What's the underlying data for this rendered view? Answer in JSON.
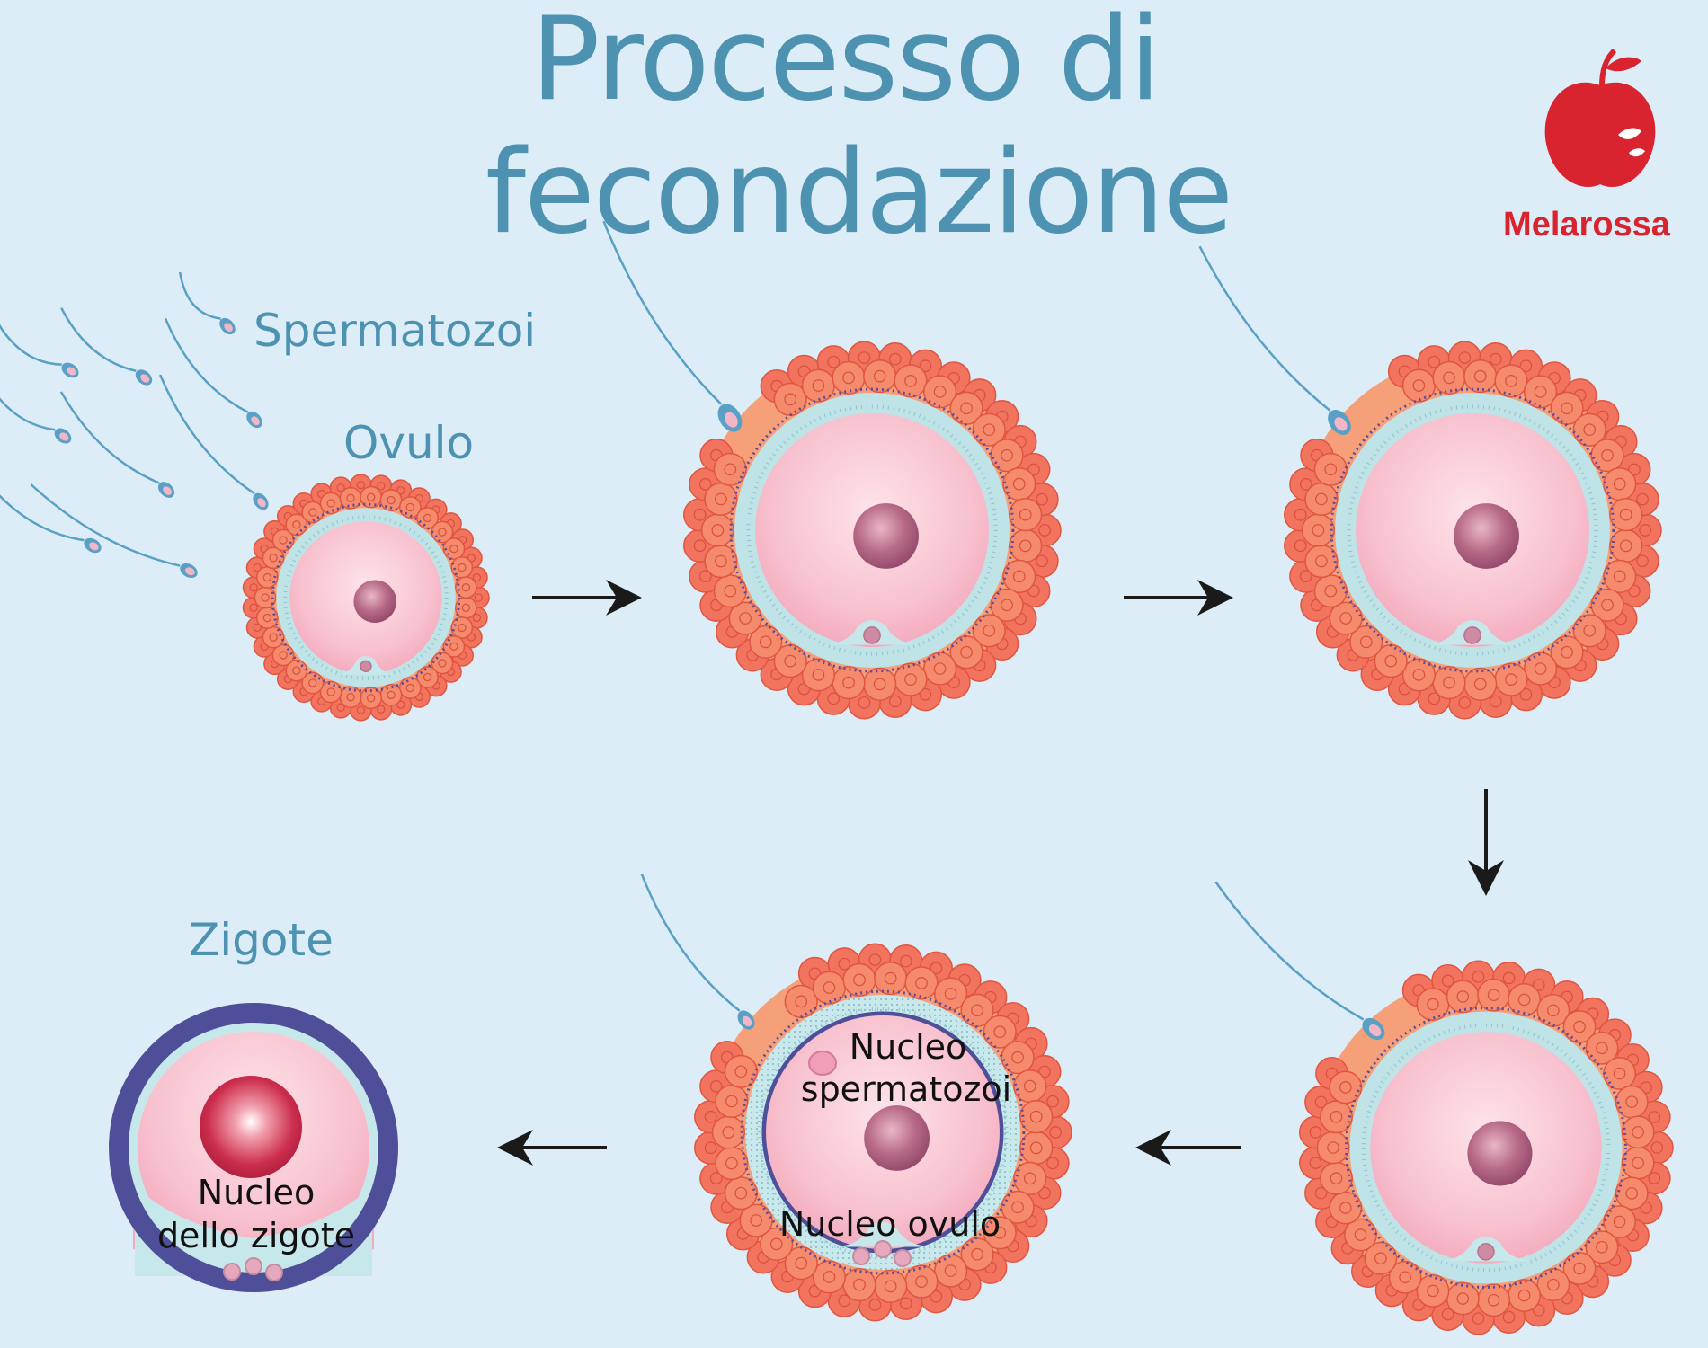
{
  "title_line1": "Processo di",
  "title_line2": "fecondazione",
  "brand": {
    "name": "Melarossa",
    "color": "#d9242f"
  },
  "labels": {
    "spermatozoi": "Spermatozoi",
    "ovulo": "Ovulo",
    "zigote": "Zigote",
    "nucleo_spermatozoi_line1": "Nucleo",
    "nucleo_spermatozoi_line2": "spermatozoi",
    "nucleo_ovulo": "Nucleo ovulo",
    "nucleo_zigote_line1": "Nucleo",
    "nucleo_zigote_line2": "dello zigote"
  },
  "colors": {
    "background": "#dcedf8",
    "title": "#4d92b0",
    "corona_cells": "#f2745e",
    "cytoplasm": "#f7b9c6",
    "nucleus": "#b0607e",
    "zona": "#bfe3e6",
    "zygote_ring": "#4f4f99",
    "sperm": "#5aa0c4"
  },
  "icons": {
    "logo": "apple-icon",
    "arrows": "arrow-icon"
  }
}
